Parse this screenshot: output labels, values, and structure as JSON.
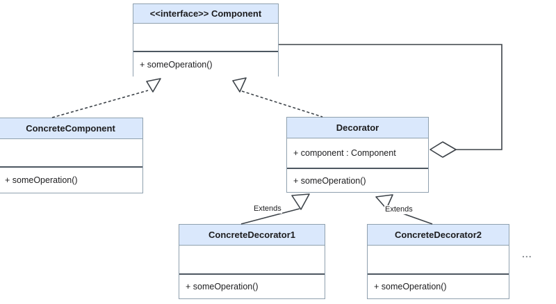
{
  "classes": {
    "component": {
      "name": "<<interface>> Component",
      "attributes": [],
      "methods": [
        "+ someOperation()"
      ]
    },
    "concrete_component": {
      "name": "ConcreteComponent",
      "attributes": [],
      "methods": [
        "+ someOperation()"
      ]
    },
    "decorator": {
      "name": "Decorator",
      "attributes": [
        "+ component : Component"
      ],
      "methods": [
        "+ someOperation()"
      ]
    },
    "concrete_decorator1": {
      "name": "ConcreteDecorator1",
      "attributes": [],
      "methods": [
        "+ someOperation()"
      ]
    },
    "concrete_decorator2": {
      "name": "ConcreteDecorator2",
      "attributes": [],
      "methods": [
        "+ someOperation()"
      ]
    }
  },
  "edge_labels": {
    "extends1": "Extends",
    "extends2": "Extends",
    "ellipsis": "..."
  },
  "colors": {
    "header_fill": "#dae8fc",
    "box_border": "#8fa0ae",
    "method_divider": "#4d5761",
    "connector_line": "#3d4349",
    "text": "#1c1c1e"
  }
}
